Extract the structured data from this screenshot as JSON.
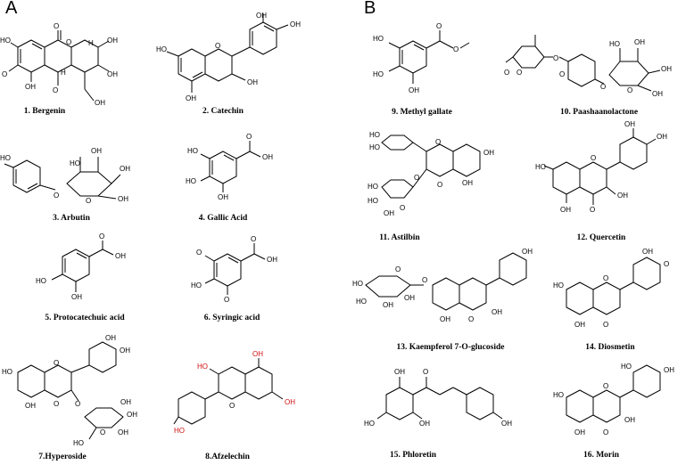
{
  "panels": {
    "a": "A",
    "b": "B"
  },
  "compounds": [
    {
      "id": "c1",
      "caption": "1. Bergenin",
      "labels": [
        "O",
        "O",
        "HO",
        "O",
        "H",
        "H",
        "OH",
        "OH",
        "OH",
        "O",
        "OH"
      ]
    },
    {
      "id": "c2",
      "caption": "2. Catechin",
      "labels": [
        "OH",
        "OH",
        "HO",
        "O",
        "OH",
        "OH"
      ]
    },
    {
      "id": "c3",
      "caption": "3. Arbutin",
      "labels": [
        "HO",
        "HO",
        "OH",
        "OH",
        "O",
        "O",
        "OH"
      ]
    },
    {
      "id": "c4",
      "caption": "4. Gallic Acid",
      "labels": [
        "HO",
        "HO",
        "OH",
        "O",
        "OH"
      ]
    },
    {
      "id": "c5",
      "caption": "5. Protocatechuic acid",
      "labels": [
        "O",
        "OH",
        "HO",
        "OH"
      ]
    },
    {
      "id": "c6",
      "caption": "6. Syringic acid",
      "labels": [
        "O",
        "HO",
        "O",
        "O",
        "OH"
      ]
    },
    {
      "id": "c7",
      "caption": "7.Hyperoside",
      "labels": [
        "OH",
        "OH",
        "HO",
        "O",
        "OH",
        "O",
        "O",
        "OH",
        "O",
        "OH",
        "OH",
        "HO"
      ]
    },
    {
      "id": "c8",
      "caption": "8.Afzelechin",
      "labels": [
        "OH",
        "HO",
        "HO",
        "O",
        "OH"
      ]
    },
    {
      "id": "c9",
      "caption": "9. Methyl gallate",
      "labels": [
        "HO",
        "HO",
        "OH",
        "O",
        "O"
      ]
    },
    {
      "id": "c10",
      "caption": "10. Paashaanolactone",
      "labels": [
        "O",
        "O",
        "O",
        "O",
        "HO",
        "OH",
        "OH",
        "O",
        "O",
        "OH"
      ]
    },
    {
      "id": "c11",
      "caption": "11. Astilbin",
      "labels": [
        "HO",
        "HO",
        "O",
        "OH",
        "O",
        "HO",
        "HO",
        "OH",
        "O",
        "O",
        "OH"
      ]
    },
    {
      "id": "c12",
      "caption": "12. Quercetin",
      "labels": [
        "OH",
        "OH",
        "HO",
        "O",
        "OH",
        "OH",
        "O"
      ]
    },
    {
      "id": "c13",
      "caption": "13. Kaempferol 7-O-glucoside",
      "labels": [
        "OH",
        "HO",
        "O",
        "O",
        "HO",
        "OH",
        "OH",
        "OH",
        "O",
        "OH"
      ]
    },
    {
      "id": "c14",
      "caption": "14. Diosmetin",
      "labels": [
        "OH",
        "O",
        "HO",
        "O",
        "OH",
        "O"
      ]
    },
    {
      "id": "c15",
      "caption": "15. Phloretin",
      "labels": [
        "OH",
        "O",
        "HO",
        "OH",
        "OH"
      ]
    },
    {
      "id": "c16",
      "caption": "16. Morin",
      "labels": [
        "HO",
        "OH",
        "HO",
        "O",
        "OH",
        "OH",
        "O"
      ]
    }
  ]
}
